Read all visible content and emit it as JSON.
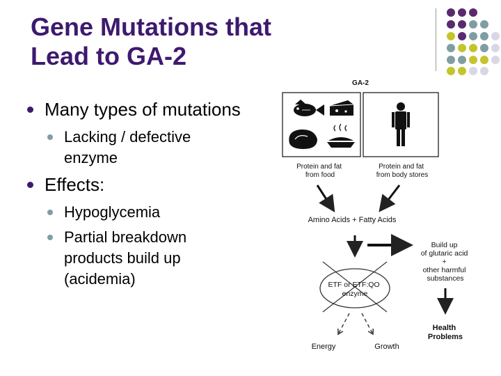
{
  "title": {
    "line1": "Gene Mutations that",
    "line2": "Lead to GA-2",
    "color": "#3d1a6e"
  },
  "decoration": {
    "dot_colors": {
      "purple": "#5b2a6e",
      "teal": "#7f9ea3",
      "olive": "#c4c42c",
      "lavender": "#d9d6e6"
    }
  },
  "bullets": [
    {
      "text": "Many types of mutations",
      "sub": [
        {
          "lines": [
            "Lacking / defective",
            "enzyme"
          ]
        }
      ]
    },
    {
      "text": "Effects:",
      "sub": [
        {
          "lines": [
            "Hypoglycemia"
          ]
        },
        {
          "lines": [
            "Partial breakdown",
            "products build up",
            "(acidemia)"
          ]
        }
      ]
    }
  ],
  "figure": {
    "title": "GA-2",
    "food_panel_icons": [
      "fish-icon",
      "cheese-icon",
      "meat-icon",
      "pie-icon"
    ],
    "body_panel_icon": "person-icon",
    "food_label": [
      "Protein and fat",
      "from food"
    ],
    "body_label": [
      "Protein and fat",
      "from body stores"
    ],
    "amino_label": "Amino Acids + Fatty Acids",
    "buildup_label": [
      "Build up",
      "of glutaric acid",
      "+",
      "other harmful",
      "substances"
    ],
    "enzyme_label": [
      "ETF or ETF:QO",
      "enzyme"
    ],
    "health_label": [
      "Health",
      "Problems"
    ],
    "energy_label": "Energy",
    "growth_label": "Growth"
  }
}
